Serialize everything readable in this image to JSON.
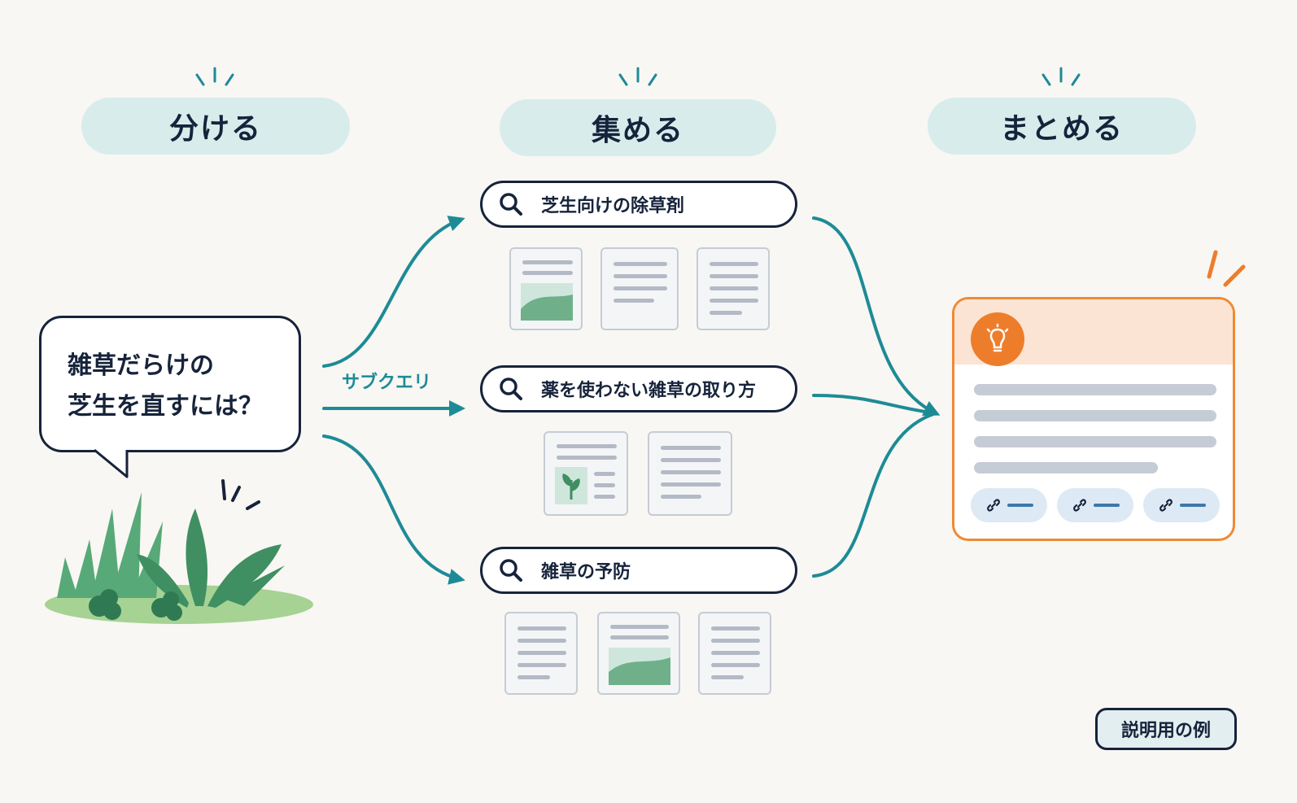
{
  "steps": [
    {
      "label": "分ける"
    },
    {
      "label": "集める"
    },
    {
      "label": "まとめる"
    }
  ],
  "question": {
    "line1": "雑草だらけの",
    "line2": "芝生を直すには？"
  },
  "subquery_label": "サブクエリ",
  "queries": [
    {
      "text": "芝生向けの除草剤"
    },
    {
      "text": "薬を使わない雑草の取り方"
    },
    {
      "text": "雑草の予防"
    }
  ],
  "badge": "説明用の例",
  "colors": {
    "teal": "#1d8b96",
    "navy": "#16233b",
    "orange": "#ee7d2b",
    "pill": "#d8ecec"
  },
  "icons": [
    "sparkle-icon",
    "search-icon",
    "document-icon",
    "leaf-icon",
    "lightbulb-icon",
    "link-icon",
    "weeds-illustration"
  ]
}
